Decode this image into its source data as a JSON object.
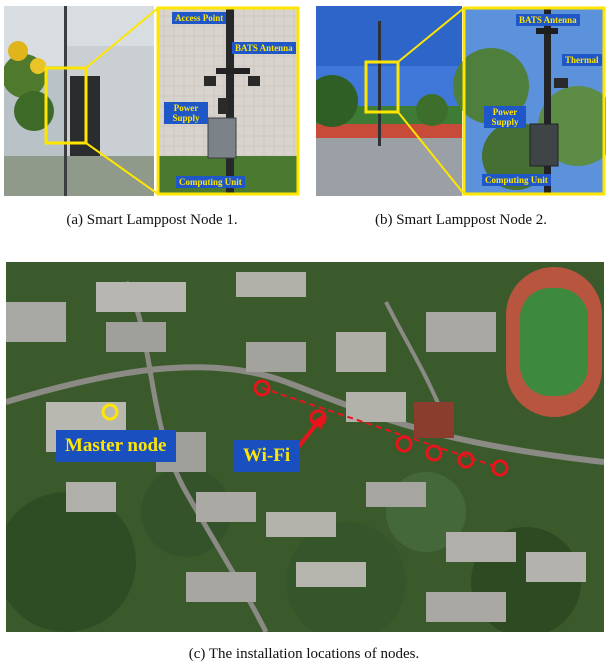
{
  "figure": {
    "panel_a": {
      "caption": "(a)  Smart Lamppost Node 1.",
      "labels": {
        "access_point": "Access Point",
        "bats_antenna": "BATS Antenna",
        "power_supply": "Power Supply",
        "computing_unit": "Computing Unit"
      }
    },
    "panel_b": {
      "caption": "(b)  Smart Lamppost Node 2.",
      "labels": {
        "bats_antenna": "BATS Antenna",
        "thermal": "Thermal",
        "power_supply": "Power Supply",
        "computing_unit": "Computing Unit"
      }
    },
    "panel_c": {
      "caption": "(c)  The installation locations of nodes.",
      "master_label": "Master node",
      "wifi_label": "Wi-Fi"
    },
    "colors": {
      "highlight": "#ffe600",
      "label_bg": "#1f56c8",
      "node_marker": "#e8141b",
      "master_marker": "#ffe600"
    }
  }
}
